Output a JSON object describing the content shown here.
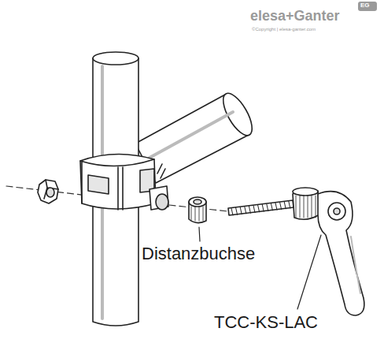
{
  "diagram": {
    "labels": [
      "elesa+Ganter",
      "EG",
      "©Copyright | elesa-ganter.com",
      "Distanzbuchse",
      "TCC-KS-LAC"
    ]
  }
}
